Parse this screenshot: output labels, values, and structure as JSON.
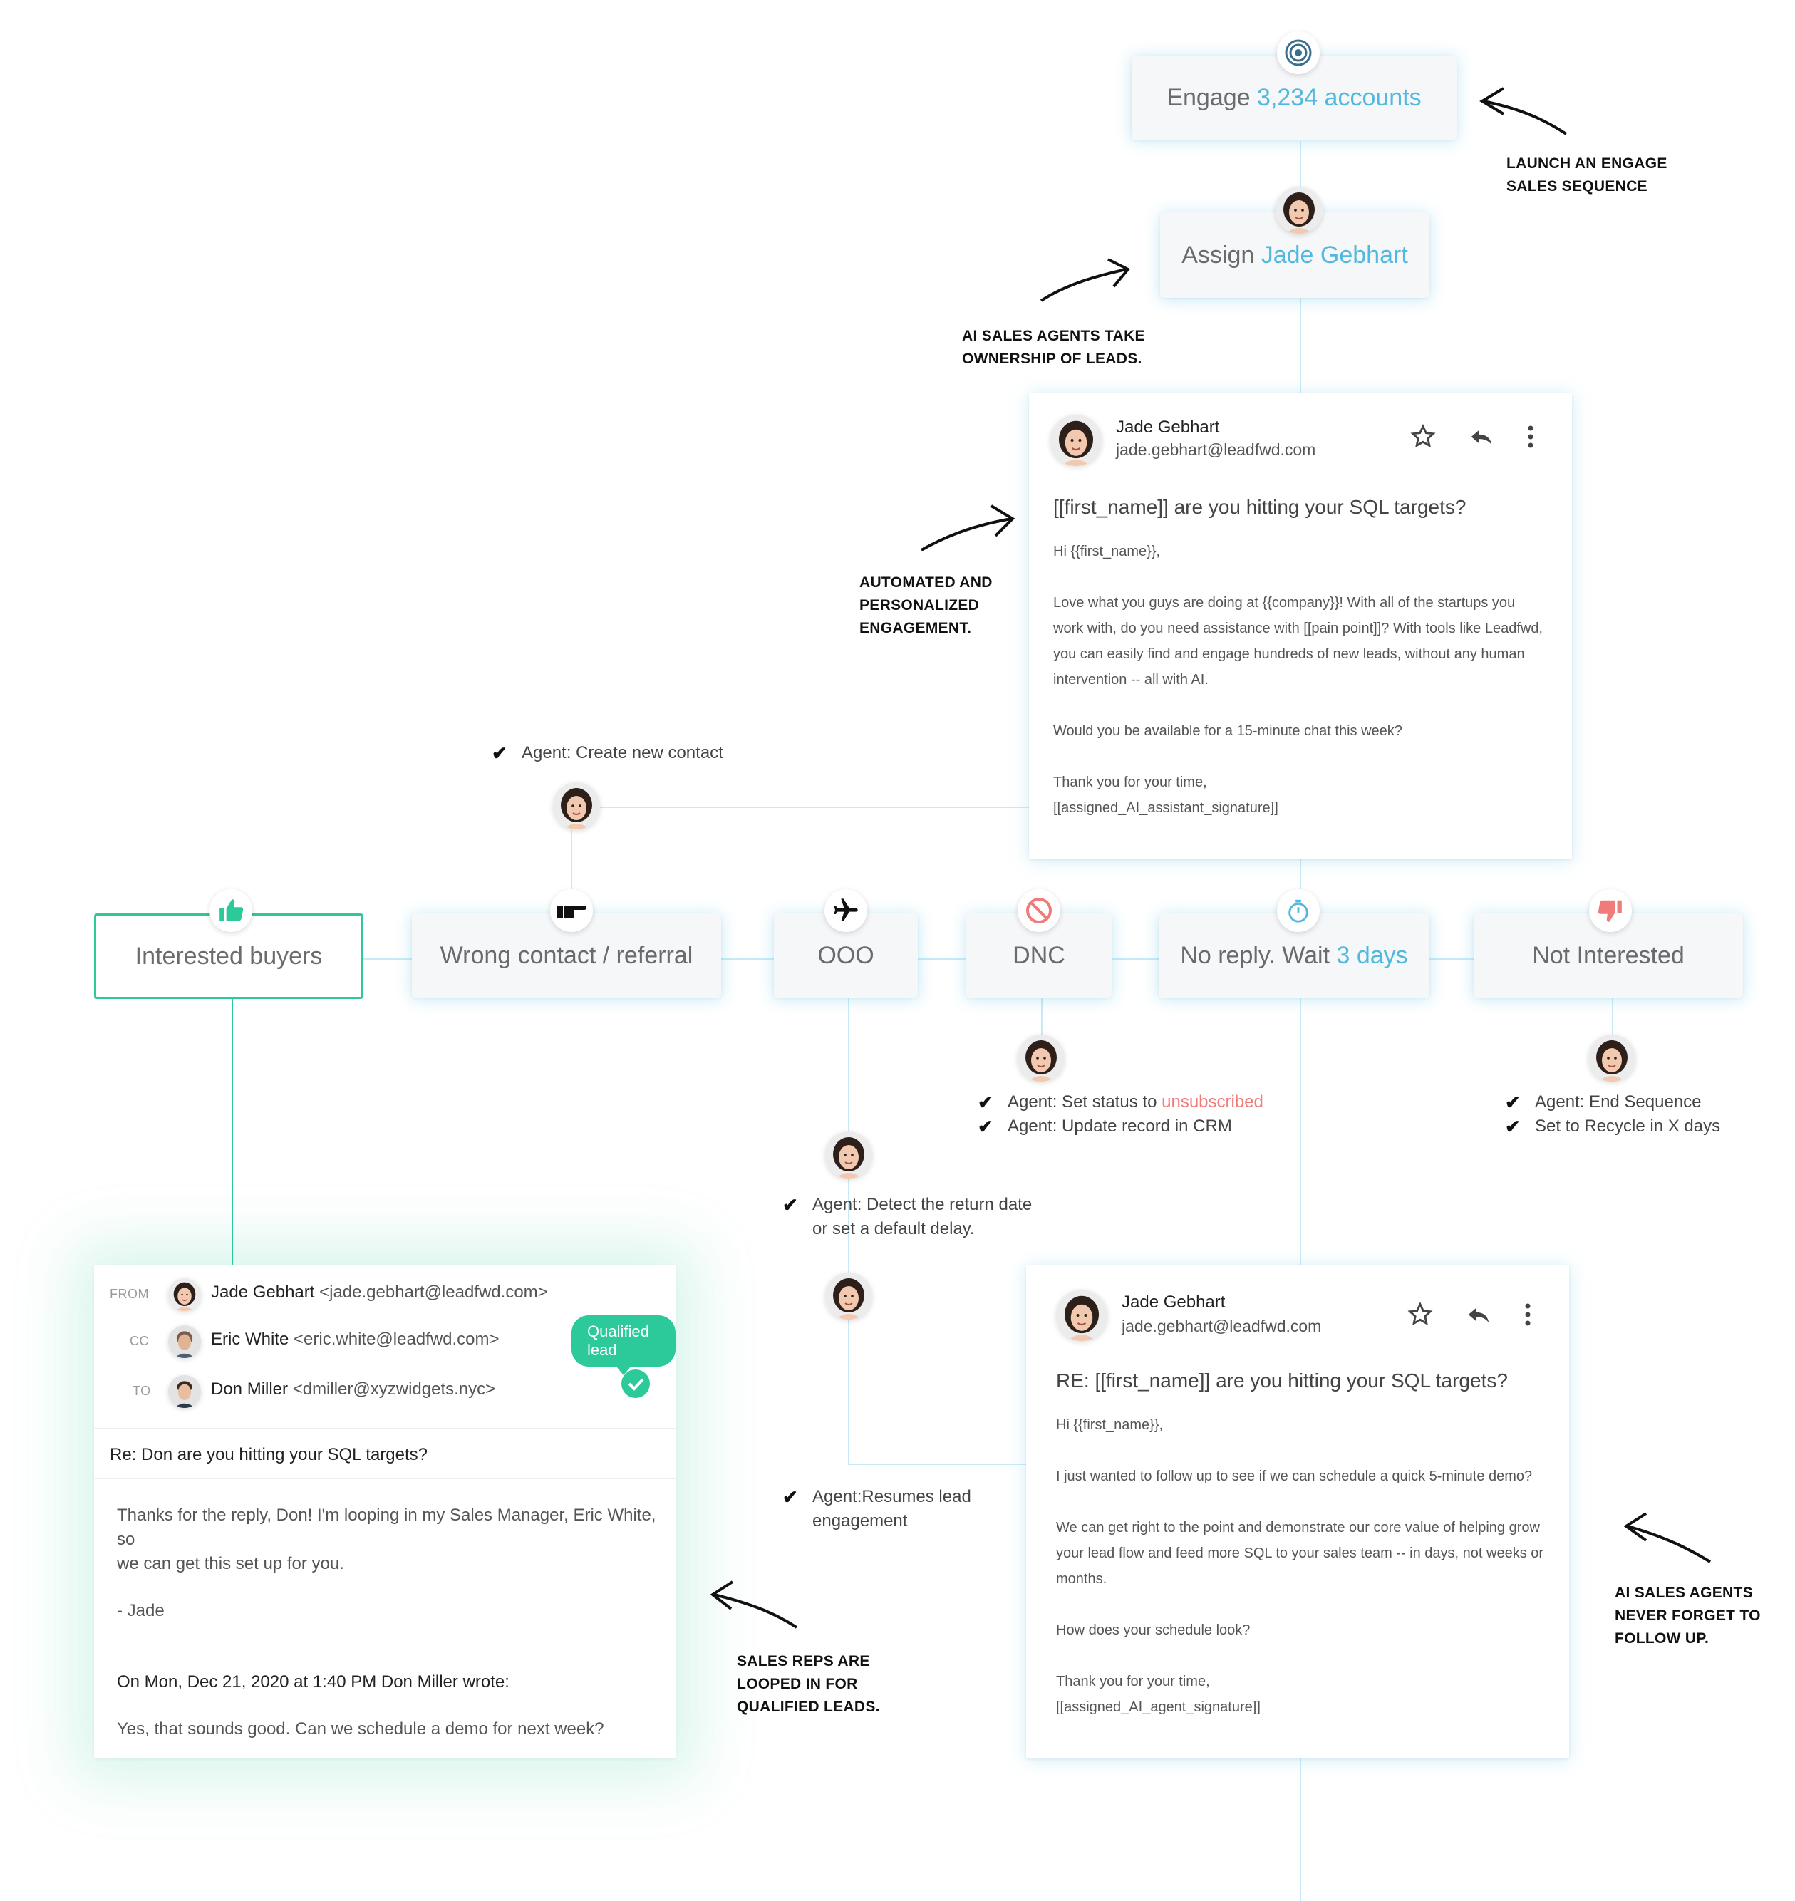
{
  "engage": {
    "prefix": "Engage",
    "highlight": "3,234 accounts"
  },
  "assign": {
    "prefix": "Assign",
    "highlight": "Jade Gebhart"
  },
  "notes": {
    "launch": [
      "LAUNCH AN ENGAGE",
      "SALES SEQUENCE"
    ],
    "ownership": [
      "AI SALES AGENTS TAKE",
      "OWNERSHIP OF LEADS."
    ],
    "automated": [
      "AUTOMATED AND",
      "PERSONALIZED",
      "ENGAGEMENT."
    ],
    "looped": [
      "SALES REPS ARE",
      "LOOPED IN FOR",
      "QUALIFIED LEADS."
    ],
    "never_forget": [
      "AI SALES AGENTS",
      "NEVER FORGET TO",
      "FOLLOW UP."
    ]
  },
  "email1": {
    "name": "Jade Gebhart",
    "email": "jade.gebhart@leadfwd.com",
    "subject": "[[first_name]] are you hitting your SQL targets?",
    "greeting": "Hi {{first_name}},",
    "body1": [
      "Love what you guys are doing at {{company}}! With all of the startups you",
      "work with, do you need assistance with [[pain point]]? With tools like Leadfwd,",
      "you can easily find and engage hundreds of new leads, without any human",
      "intervention -- all with AI."
    ],
    "body2": "Would you be available for a 15-minute chat this week?",
    "sign1": "Thank you for your time,",
    "sign2": "[[assigned_AI_assistant_signature]]"
  },
  "create_contact": "Agent: Create new contact",
  "categories": {
    "interested": "Interested buyers",
    "wrong": "Wrong contact / referral",
    "ooo": "OOO",
    "dnc": "DNC",
    "noreply_prefix": "No reply. Wait",
    "noreply_highlight": "3 days",
    "not_interested": "Not Interested"
  },
  "dnc_actions": {
    "line1_prefix": "Agent: Set status to",
    "line1_highlight": "unsubscribed",
    "line2": "Agent: Update record in CRM"
  },
  "not_interested_actions": {
    "line1": "Agent: End Sequence",
    "line2": "Set to Recycle in X days"
  },
  "ooo_actions": {
    "detect1": "Agent: Detect the return date",
    "detect2": "or set a default delay.",
    "resume1": "Agent:Resumes lead",
    "resume2": "engagement"
  },
  "qualified": {
    "from_label": "FROM",
    "cc_label": "CC",
    "to_label": "TO",
    "from_name": "Jade Gebhart",
    "from_email": "<jade.gebhart@leadfwd.com>",
    "cc_name": "Eric White",
    "cc_email": "<eric.white@leadfwd.com>",
    "to_name": "Don Miller",
    "to_email": "<dmiller@xyzwidgets.nyc>",
    "pill": "Qualified lead",
    "subject": "Re: Don are you hitting your SQL targets?",
    "body1": "Thanks for the reply, Don! I'm looping in my Sales Manager, Eric White, so",
    "body2": "we can get this set up for you.",
    "sign": "- Jade",
    "quote_head": "On Mon, Dec 21, 2020 at 1:40 PM Don Miller wrote:",
    "quote_body": "Yes, that sounds good. Can we schedule a demo for next week?"
  },
  "email2": {
    "name": "Jade Gebhart",
    "email": "jade.gebhart@leadfwd.com",
    "subject": "RE: [[first_name]] are you hitting your SQL targets?",
    "greeting": "Hi {{first_name}},",
    "body1": "I just wanted to follow up to see if we can schedule a quick 5-minute demo?",
    "body2": [
      "We can get right to the point and demonstrate our core value of helping grow",
      "your lead flow and feed more SQL to your sales team -- in days, not weeks or",
      "months."
    ],
    "body3": "How does your schedule look?",
    "sign1": "Thank you for your time,",
    "sign2": "[[assigned_AI_agent_signature]]"
  },
  "colors": {
    "accent_blue": "#52b9de",
    "green": "#2cc99a",
    "red": "#f07b7b",
    "connector": "#c8eaf6"
  },
  "icons": [
    "target-icon",
    "thumbs-up-icon",
    "pointing-hand-icon",
    "airplane-icon",
    "no-entry-icon",
    "stopwatch-icon",
    "thumbs-down-icon",
    "star-icon",
    "reply-icon",
    "more-vertical-icon",
    "check-circle-icon"
  ]
}
